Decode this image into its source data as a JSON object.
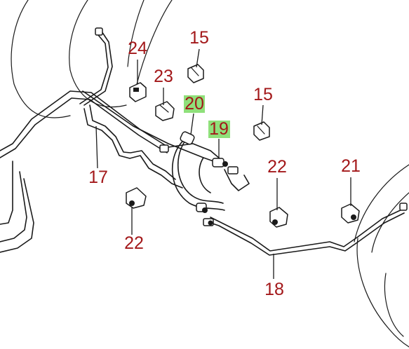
{
  "diagram": {
    "callouts": {
      "p24": "24",
      "p15a": "15",
      "p23": "23",
      "p20": "20",
      "p15b": "15",
      "p19": "19",
      "p17": "17",
      "p22a": "22",
      "p21": "21",
      "p22b": "22",
      "p18": "18"
    },
    "highlighted_callouts": [
      "20",
      "19"
    ],
    "colors": {
      "callout_text": "#a3181a",
      "highlight": "#8fe07a",
      "line_art": "#1a1a1a"
    }
  }
}
